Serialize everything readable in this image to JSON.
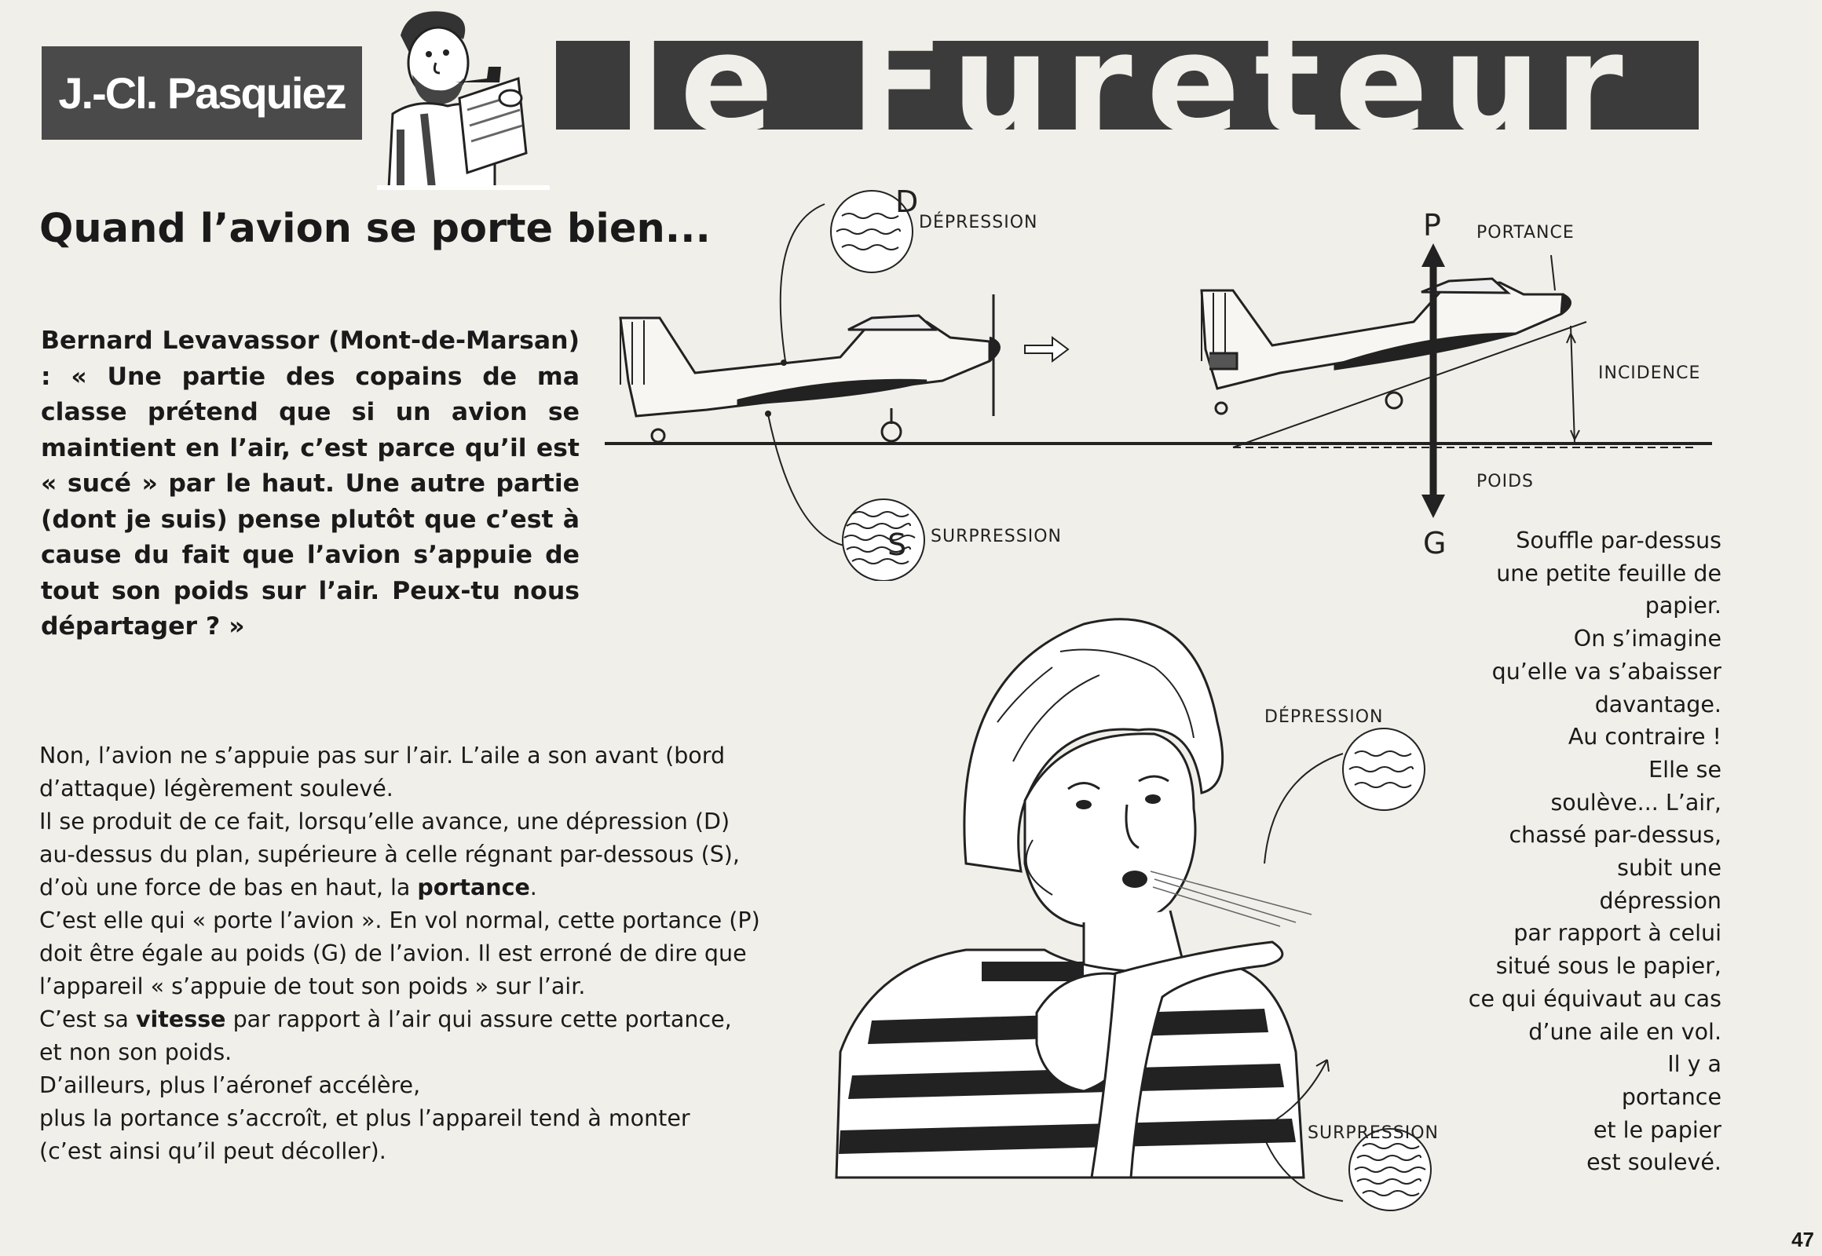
{
  "header": {
    "author": "J.-Cl. Pasquiez",
    "masthead": "le Fureteur"
  },
  "article": {
    "headline": "Quand l’avion se porte bien...",
    "question": "Bernard Levavassor (Mont-de-Marsan) : « Une partie des copains de ma classe prétend que si un avion se maintient en l’air, c’est parce qu’il est « sucé » par le haut. Une autre partie (dont je suis) pense plutôt que c’est à cause du fait que l’avion s’appuie de tout son poids sur l’air. Peux-tu nous départager ? »",
    "answer_lines": [
      "Non, l’avion ne s’appuie pas sur l’air. L’aile a son avant (bord",
      "d’attaque) légèrement soulevé.",
      "Il se produit de ce fait, lorsqu’elle avance, une dépression (D)",
      "au-dessus du plan, supérieure à celle régnant par-dessous (S),",
      "d’où une force de bas en haut, la",
      "portance",
      ".",
      "C’est elle qui « porte l’avion ». En vol normal, cette portance (P)",
      "doit être égale au poids (G) de l’avion. Il est erroné de dire que",
      "l’appareil « s’appuie de tout son poids » sur l’air.",
      "C’est sa",
      "vitesse",
      "par rapport à l’air qui assure cette portance,",
      "et non son poids.",
      "D’ailleurs, plus l’aéronef accélère,",
      "plus la portance s’accroît, et plus l’appareil tend à monter",
      "(c’est ainsi qu’il peut décoller)."
    ],
    "side_lines": [
      "Souffle par-dessus",
      "une petite feuille de",
      "papier.",
      "On s’imagine",
      "qu’elle va s’abaisser",
      "davantage.",
      "Au contraire !",
      "Elle se",
      "soulève... L’air,",
      "chassé par-dessus,",
      "subit une",
      "dépression",
      "par rapport à celui",
      "situé sous le papier,",
      "ce qui équivaut au cas",
      "d’une aile en vol.",
      "Il y a",
      "portance",
      "et le papier",
      "est soulevé."
    ]
  },
  "diagram": {
    "label_d": "D",
    "label_s": "S",
    "label_p": "P",
    "label_g": "G",
    "depression": "DÉPRESSION",
    "surpression": "SURPRESSION",
    "portance": "PORTANCE",
    "incidence": "INCIDENCE",
    "poids": "POIDS"
  },
  "illustration": {
    "depression": "DÉPRESSION",
    "surpression": "SURPRESSION"
  },
  "page_number": "47"
}
